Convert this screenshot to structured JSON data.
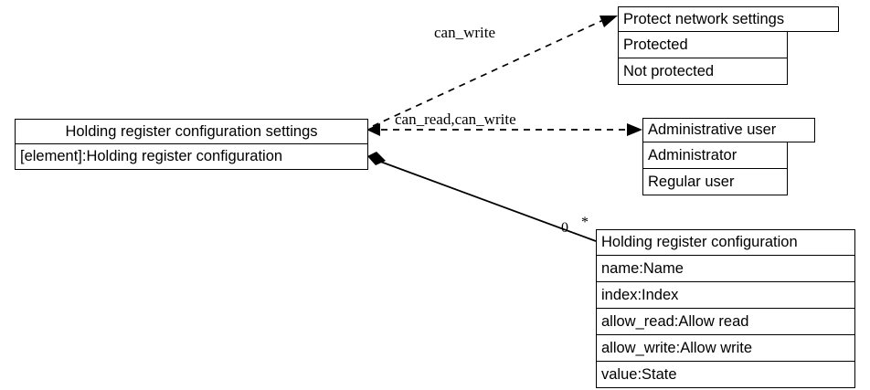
{
  "diagram": {
    "type": "uml-class-diagram",
    "background_color": "#ffffff",
    "line_color": "#000000"
  },
  "classes": {
    "holding_register_configuration_settings": {
      "title": "Holding register configuration settings",
      "attributes": [
        "[element]:Holding register configuration"
      ]
    },
    "protect_network_settings": {
      "title": "Protect network settings",
      "attributes": [
        "Protected",
        "Not protected"
      ]
    },
    "administrative_user": {
      "title": "Administrative user",
      "attributes": [
        "Administrator",
        "Regular user"
      ]
    },
    "holding_register_configuration": {
      "title": "Holding register configuration",
      "attributes": [
        "name:Name",
        "index:Index",
        "allow_read:Allow read",
        "allow_write:Allow write",
        "value:State"
      ]
    }
  },
  "edges": {
    "can_write_edge": {
      "label": "can_write",
      "style": "dashed",
      "from": "holding_register_configuration_settings",
      "to": "protect_network_settings"
    },
    "can_read_can_write_edge": {
      "label": "can_read,can_write",
      "style": "dashed",
      "from": "holding_register_configuration_settings",
      "to": "administrative_user"
    },
    "composition_edge": {
      "label": "",
      "style": "solid",
      "source_multiplicity": "0",
      "target_multiplicity": "*",
      "from": "holding_register_configuration_settings",
      "to": "holding_register_configuration"
    }
  }
}
